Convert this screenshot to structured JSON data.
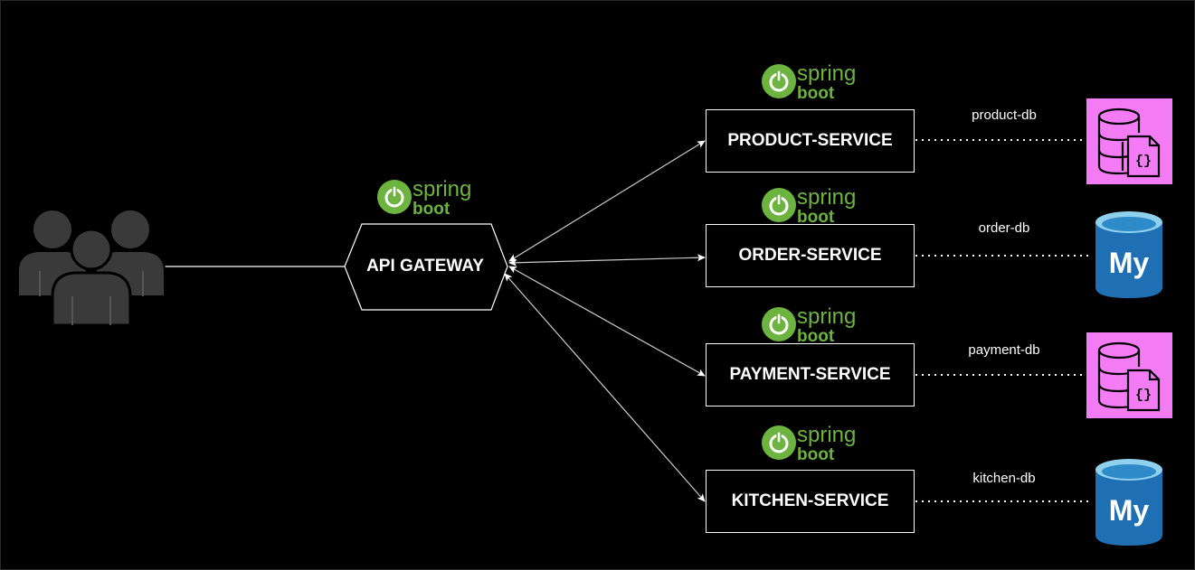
{
  "diagram": {
    "users_icon": "users-group-icon",
    "gateway": {
      "label": "API GATEWAY",
      "logo_word1": "spring",
      "logo_word2": "boot"
    },
    "services": [
      {
        "label": "PRODUCT-SERVICE",
        "db_label": "product-db",
        "db_icon": "document-db-icon",
        "logo_word1": "spring",
        "logo_word2": "boot"
      },
      {
        "label": "ORDER-SERVICE",
        "db_label": "order-db",
        "db_icon": "mysql-db-icon",
        "logo_word1": "spring",
        "logo_word2": "boot"
      },
      {
        "label": "PAYMENT-SERVICE",
        "db_label": "payment-db",
        "db_icon": "document-db-icon",
        "logo_word1": "spring",
        "logo_word2": "boot"
      },
      {
        "label": "KITCHEN-SERVICE",
        "db_label": "kitchen-db",
        "db_icon": "mysql-db-icon",
        "logo_word1": "spring",
        "logo_word2": "boot"
      }
    ],
    "mysql_text": "My"
  },
  "colors": {
    "background": "#000000",
    "spring_green": "#6db33f",
    "docdb_magenta": "#f37cf5",
    "mysql_blue": "#1f6fb5",
    "line": "#ffffff"
  }
}
